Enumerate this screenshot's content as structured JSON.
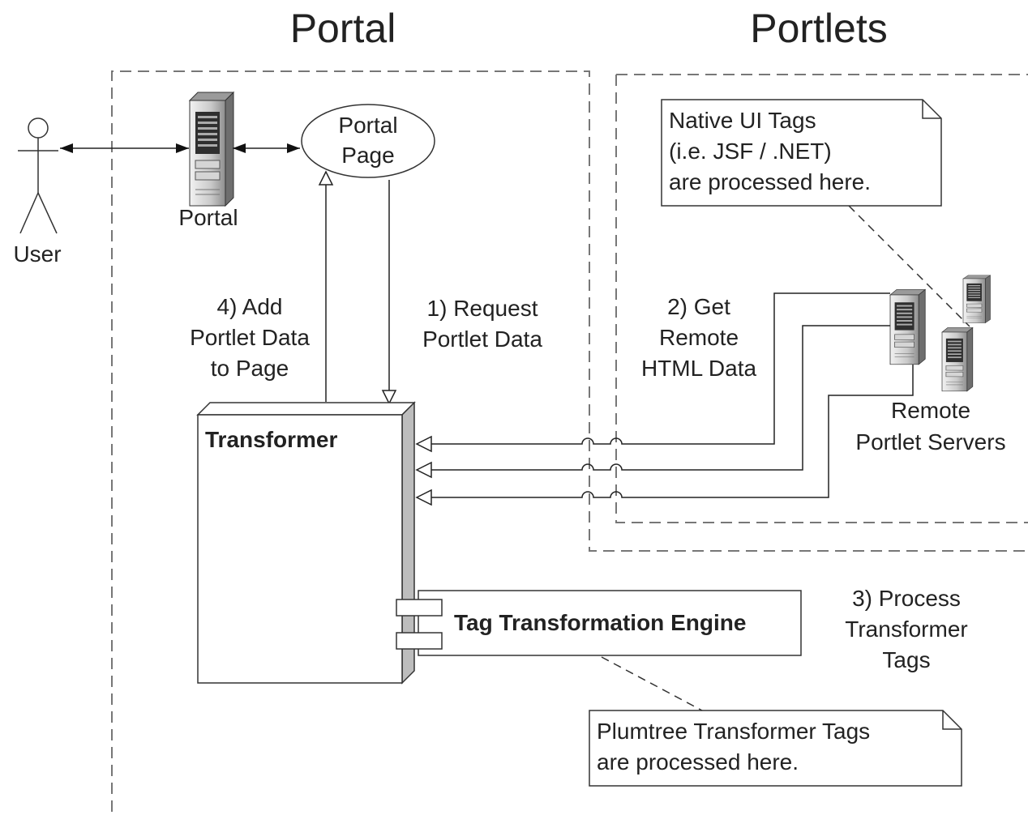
{
  "headers": {
    "portal": "Portal",
    "portlets": "Portlets"
  },
  "actors": {
    "user": "User",
    "portal_server": "Portal",
    "remote_servers": [
      "Remote",
      "Portlet Servers"
    ]
  },
  "portal_page": [
    "Portal",
    "Page"
  ],
  "steps": {
    "request": [
      "1) Request",
      "Portlet Data"
    ],
    "get_remote": [
      "2) Get",
      "Remote",
      "HTML Data"
    ],
    "process": [
      "3) Process",
      "Transformer",
      "Tags"
    ],
    "add": [
      "4) Add",
      "Portlet Data",
      "to Page"
    ]
  },
  "components": {
    "transformer": "Transformer",
    "engine": "Tag Transformation Engine"
  },
  "notes": {
    "native": [
      "Native UI Tags",
      "(i.e. JSF / .NET)",
      "are processed here."
    ],
    "plumtree": [
      "Plumtree Transformer Tags",
      "are processed here."
    ]
  }
}
